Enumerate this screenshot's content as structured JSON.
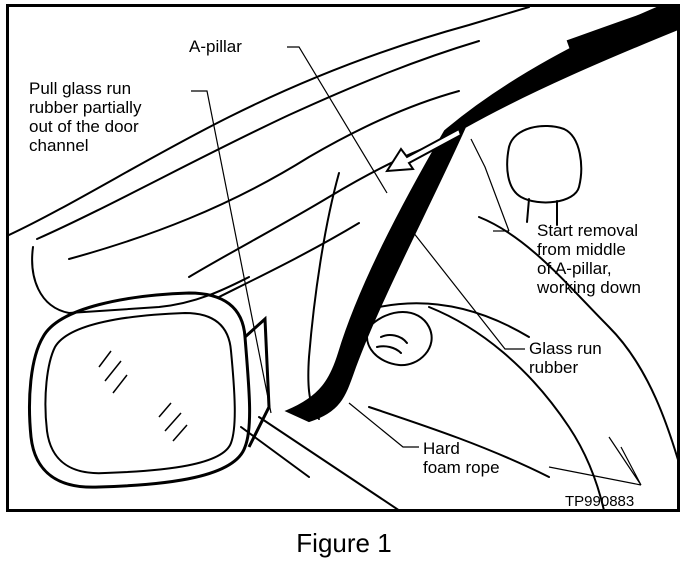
{
  "labels": {
    "a_pillar": "A-pillar",
    "pull_glass": "Pull glass run\nrubber partially\nout of the door\nchannel",
    "start_removal": "Start removal\nfrom middle\nof A-pillar,\nworking down",
    "glass_run_rubber": "Glass run\nrubber",
    "hard_foam_rope": "Hard\nfoam rope"
  },
  "reference_code": "TP990883",
  "caption": "Figure 1"
}
